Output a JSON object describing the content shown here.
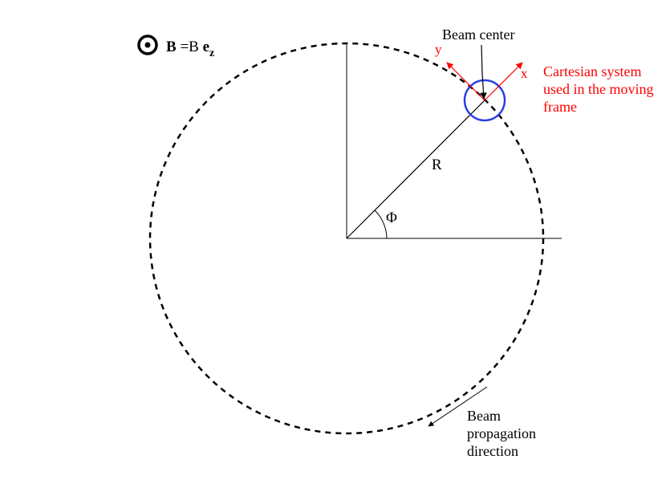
{
  "field_label": {
    "bold_symbol": "B",
    "middle_text": " =B ",
    "unit_vector": "e",
    "subscript": "z"
  },
  "labels": {
    "beam_center": "Beam center",
    "cartesian_system": "Cartesian system\nused in the moving\nframe",
    "x_axis": "x",
    "y_axis": "y",
    "radius": "R",
    "angle": "Φ",
    "propagation": "Beam\npropagation\ndirection"
  },
  "icons": {
    "field_symbol": "out-of-page-dot-circle-icon"
  },
  "colors": {
    "orbit": "#000000",
    "beam": "#2b3fe0",
    "moving_frame": "#ff0000",
    "text": "#000000",
    "annotation": "#ff0000"
  }
}
